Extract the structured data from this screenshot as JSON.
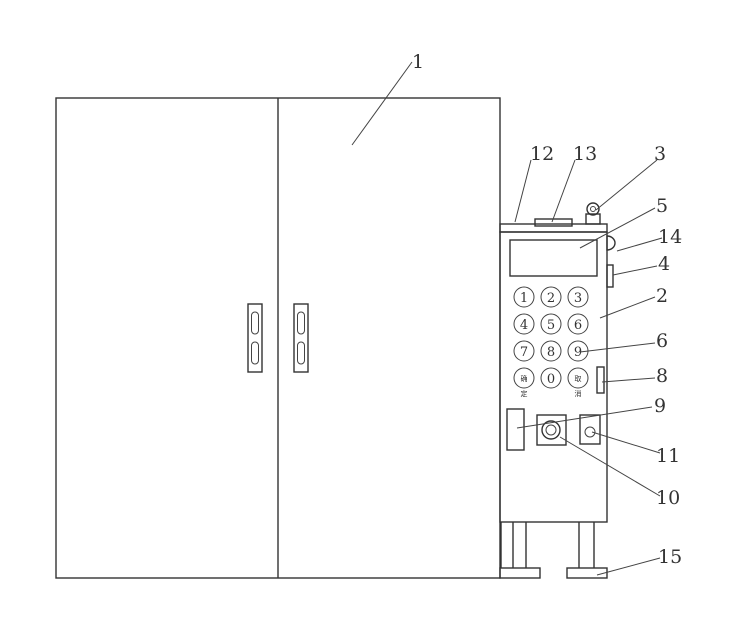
{
  "labels": {
    "l1": "1",
    "l2": "2",
    "l3": "3",
    "l4": "4",
    "l5": "5",
    "l6": "6",
    "l8": "8",
    "l9": "9",
    "l10": "10",
    "l11": "11",
    "l12": "12",
    "l13": "13",
    "l14": "14",
    "l15": "15"
  },
  "keypad": {
    "k1": "1",
    "k2": "2",
    "k3": "3",
    "k4": "4",
    "k5": "5",
    "k6": "6",
    "k7": "7",
    "k8": "8",
    "k9": "9",
    "k0": "0",
    "confirm_top": "确",
    "confirm_bottom": "定",
    "cancel_top": "取",
    "cancel_bottom": "消"
  }
}
